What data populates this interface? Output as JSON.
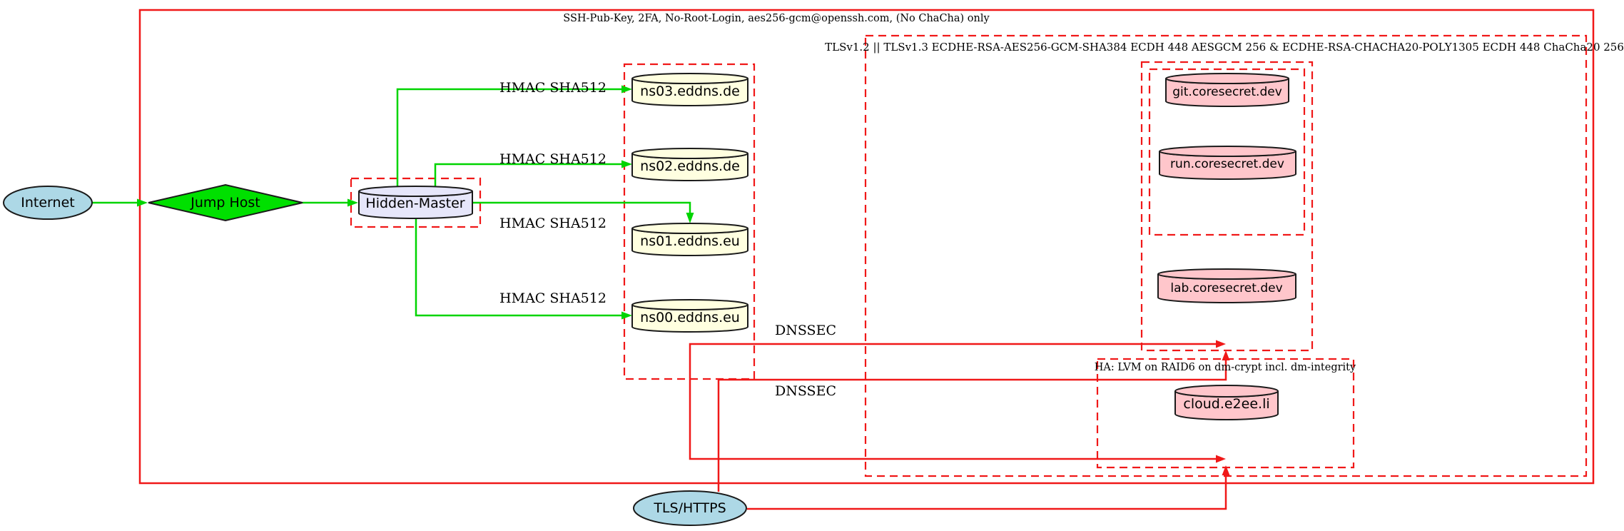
{
  "clusters": {
    "ssh": {
      "label": "SSH-Pub-Key, 2FA, No-Root-Login, aes256-gcm@openssh.com, (No ChaCha) only"
    },
    "tls": {
      "label": "TLSv1.2 || TLSv1.3 ECDHE-RSA-AES256-GCM-SHA384 ECDH 448 AESGCM 256 & ECDHE-RSA-CHACHA20-POLY1305 ECDH 448 ChaCha20 256"
    },
    "ha": {
      "label": "HA: LVM on RAID6 on dm-crypt incl. dm-integrity"
    }
  },
  "nodes": {
    "internet": {
      "label": "Internet"
    },
    "jump_host": {
      "label": "Jump Host"
    },
    "hidden_master": {
      "label": "Hidden-Master"
    },
    "ns03": {
      "label": "ns03.eddns.de"
    },
    "ns02": {
      "label": "ns02.eddns.de"
    },
    "ns01": {
      "label": "ns01.eddns.eu"
    },
    "ns00": {
      "label": "ns00.eddns.eu"
    },
    "git": {
      "label": "git.coresecret.dev"
    },
    "run": {
      "label": "run.coresecret.dev"
    },
    "lab": {
      "label": "lab.coresecret.dev"
    },
    "cloud": {
      "label": "cloud.e2ee.li"
    },
    "tls_https": {
      "label": "TLS/HTTPS"
    }
  },
  "edge_labels": {
    "hmac1": "HMAC SHA512",
    "hmac2": "HMAC SHA512",
    "hmac3": "HMAC SHA512",
    "hmac4": "HMAC SHA512",
    "dnssec1": "DNSSEC",
    "dnssec2": "DNSSEC"
  },
  "colors": {
    "red": "#f01818",
    "green": "#00d400",
    "green_fill": "#00e000",
    "lavender": "#e6e6fa",
    "light_yellow": "#ffffe0",
    "pink": "#ffc6cb",
    "light_blue": "#add8e6",
    "outline": "#1a1a1a"
  }
}
